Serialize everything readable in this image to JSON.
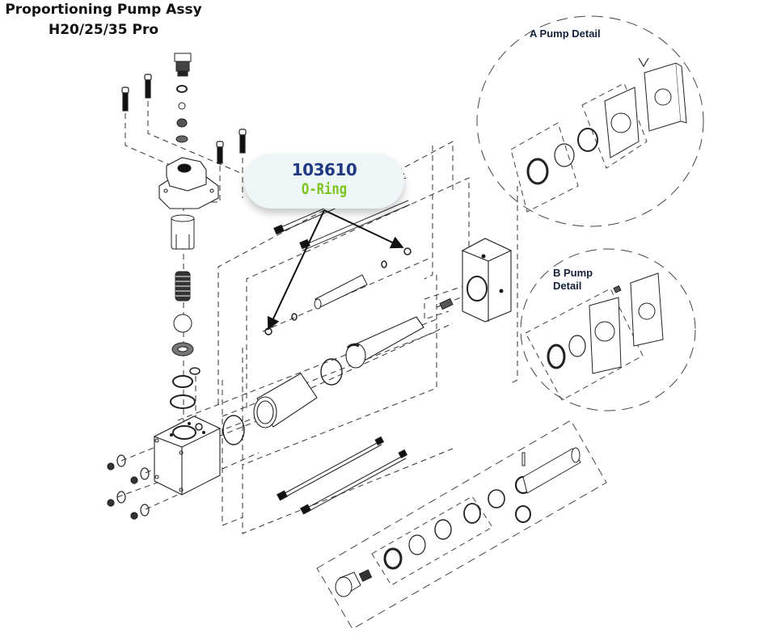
{
  "title": {
    "line1": "Proportioning Pump Assy",
    "line2": "H20/25/35 Pro"
  },
  "callout": {
    "part_number": "103610",
    "part_name": "O-Ring",
    "colors": {
      "part_number": "#1f3a82",
      "part_name": "#7dc51e",
      "background": "#eef5f7"
    },
    "arrow_count": 2
  },
  "details": {
    "a_pump": {
      "label": "A Pump Detail"
    },
    "b_pump": {
      "label_line1": "B Pump",
      "label_line2": "Detail"
    }
  },
  "diagram": {
    "type": "exploded-parts-view",
    "assemblies": [
      "check-valve-housing",
      "inlet-check-valve-stack",
      "pump-block",
      "cylinder-and-piston",
      "tie-rods",
      "outlet-manifold",
      "displacement-rod-seal-stack",
      "a-pump-seal-detail",
      "b-pump-seal-detail"
    ]
  }
}
